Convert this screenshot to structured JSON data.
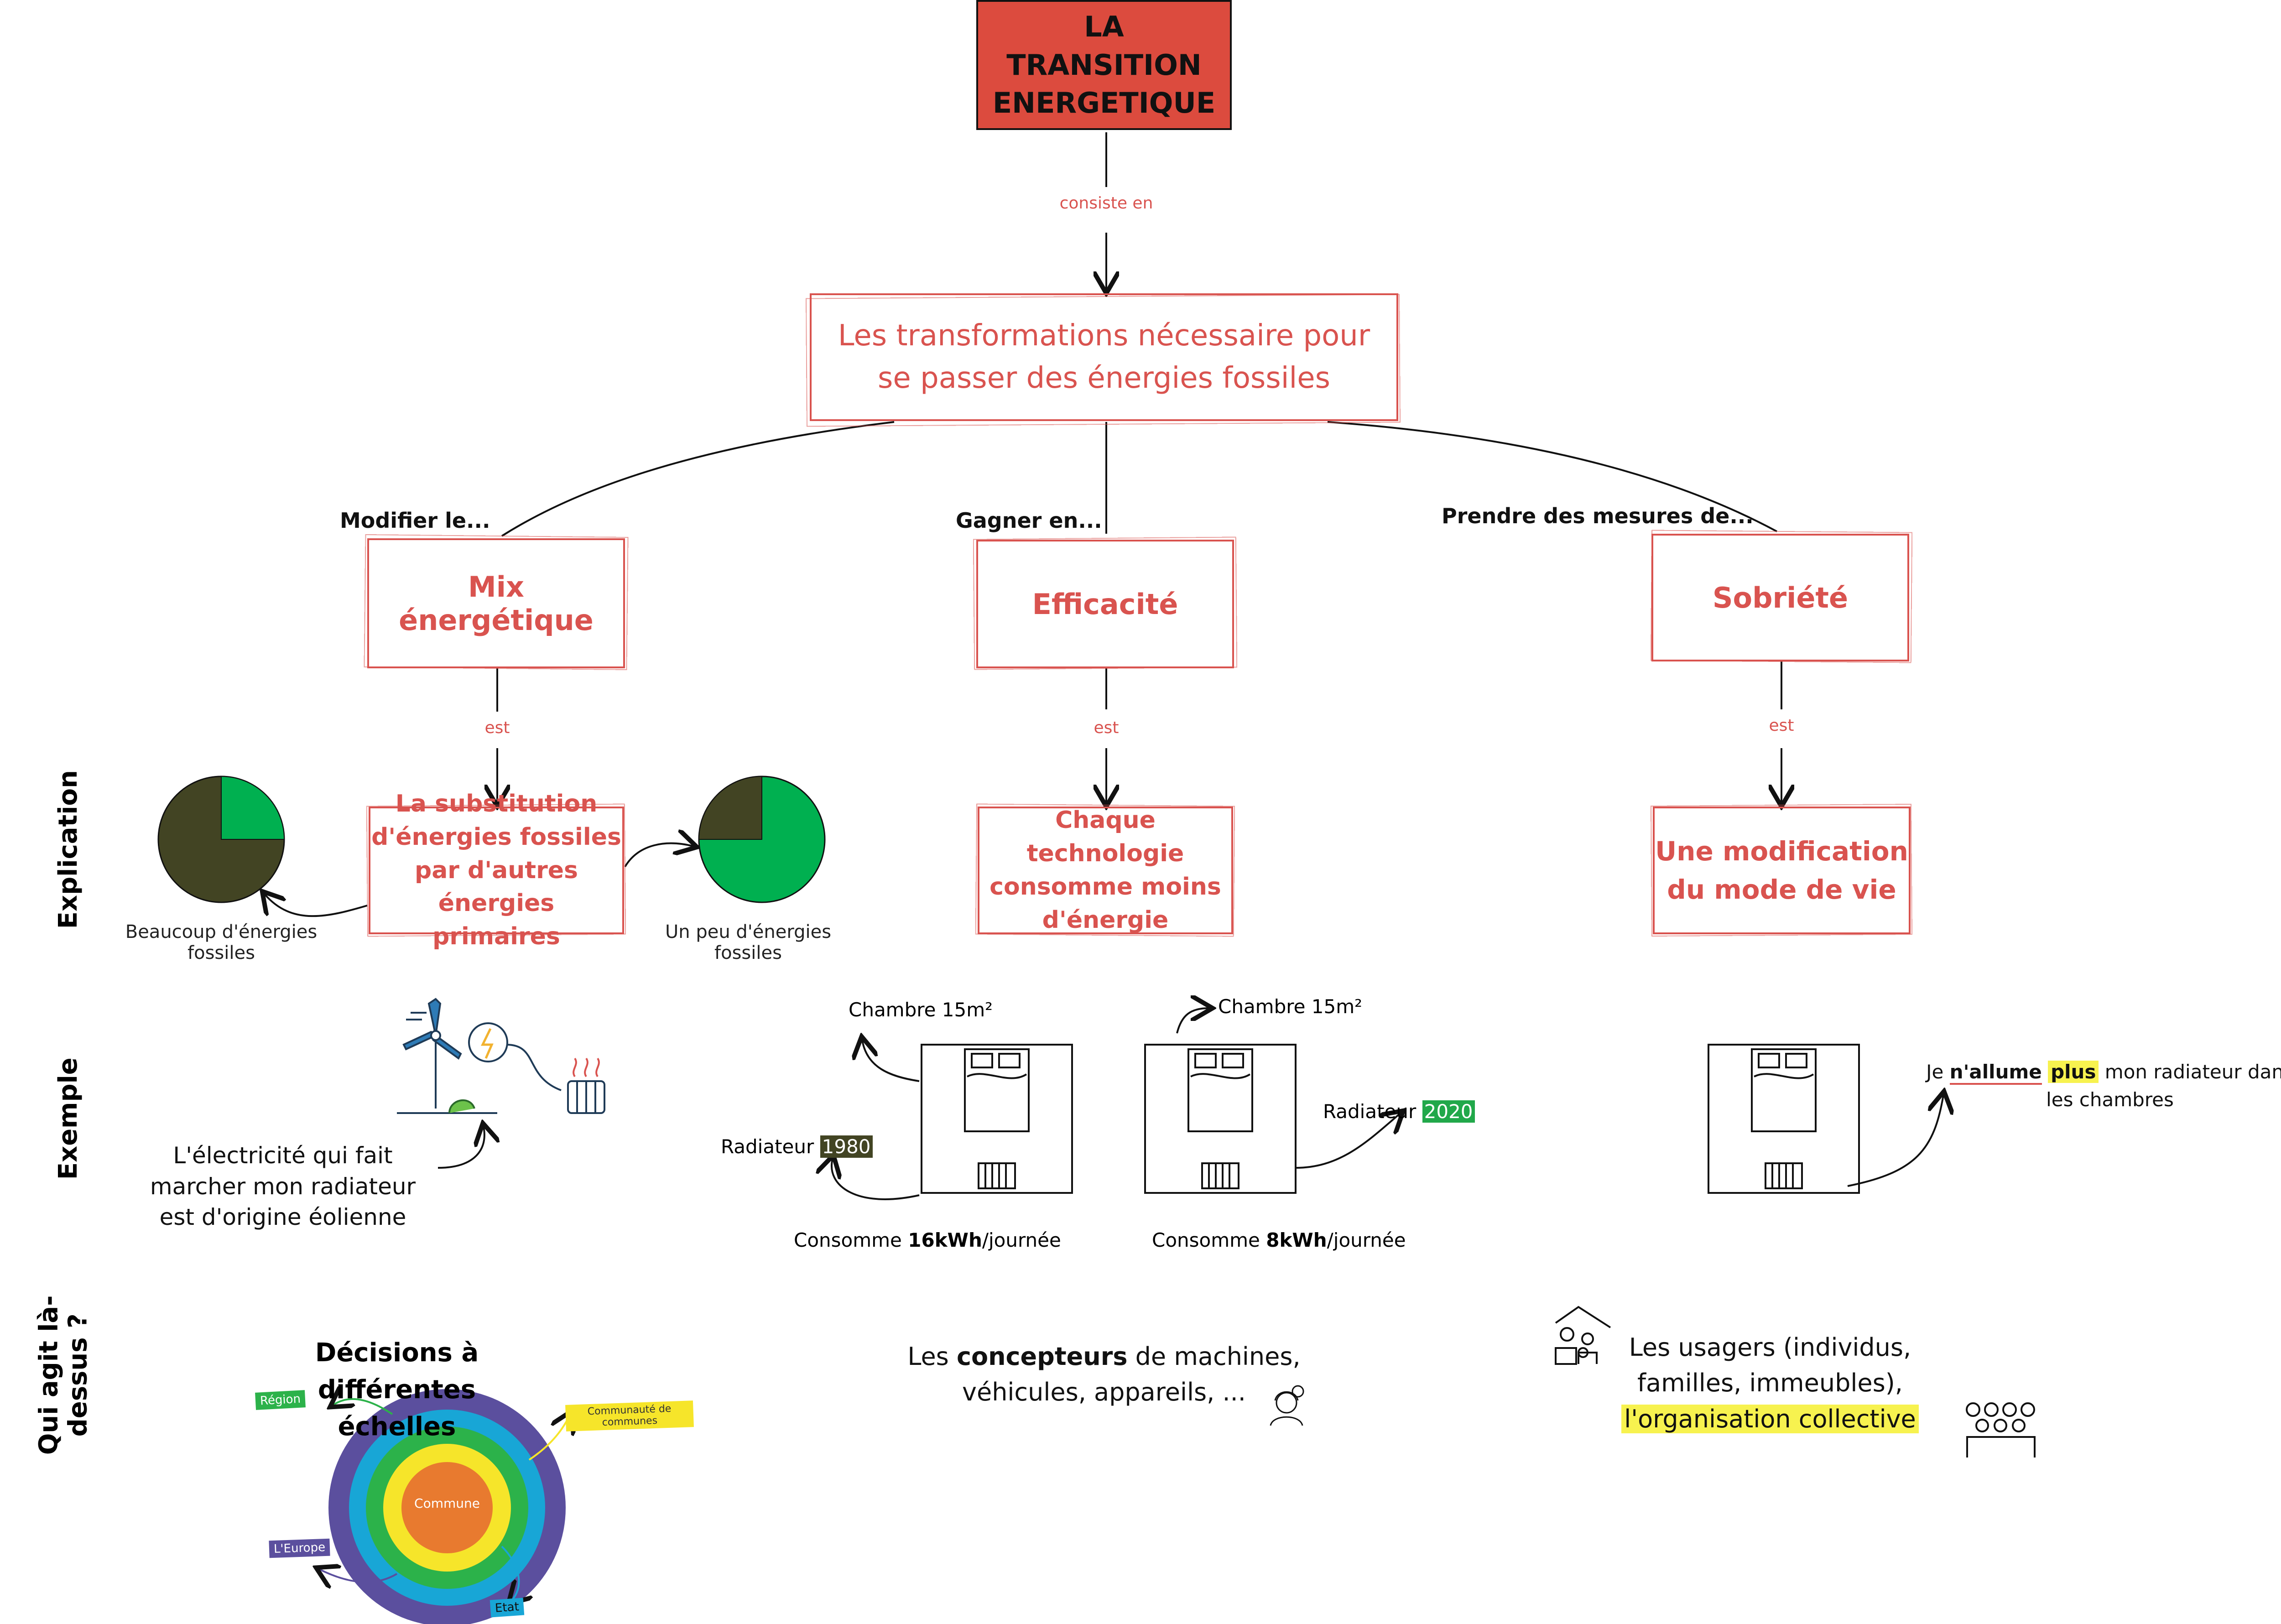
{
  "title": "LA TRANSITION ENERGETIQUE",
  "link_consiste": "consiste en",
  "central": "Les transformations nécessaire pour se passer des énergies fossiles",
  "branches": [
    {
      "prefix": "Modifier le...",
      "node": "Mix énergétique",
      "link": "est",
      "explication": "La substitution d'énergies fossiles par d'autres énergies primaires"
    },
    {
      "prefix": "Gagner en...",
      "node": "Efficacité",
      "link": "est",
      "explication": "Chaque technologie consomme moins d'énergie"
    },
    {
      "prefix": "Prendre des mesures de...",
      "node": "Sobriété",
      "link": "est",
      "explication": "Une modification du mode de vie"
    }
  ],
  "row_labels": {
    "explication": "Explication",
    "exemple": "Exemple",
    "qui": "Qui agit là-dessus ?"
  },
  "pies": [
    {
      "caption": "Beaucoup d'énergies fossiles",
      "green_share": 0.2
    },
    {
      "caption": "Un peu d'énergies fossiles",
      "green_share": 0.8
    }
  ],
  "colors": {
    "accent_red": "#d9534f",
    "title_fill": "#dc4b3e",
    "olive": "#424423",
    "green": "#00b050",
    "yellow": "#f7f24f"
  },
  "example_mix": "L'électricité qui fait marcher mon radiateur est d'origine éolienne",
  "rooms": [
    {
      "room": "Chambre 15m²",
      "radiator_label": "Radiateur",
      "radiator_year": "1980",
      "consumption_prefix": "Consomme ",
      "consumption_value": "16kWh",
      "consumption_suffix": "/journée"
    },
    {
      "room": "Chambre 15m²",
      "radiator_label": "Radiateur",
      "radiator_year": "2020",
      "consumption_prefix": "Consomme ",
      "consumption_value": "8kWh",
      "consumption_suffix": "/journée"
    }
  ],
  "sobriete_example": {
    "pre": "Je ",
    "w1": "n'allume",
    "mid": " ",
    "w2": "plus",
    "post": " mon radiateur dans les chambres"
  },
  "scales": {
    "title": "Décisions à différentes échelles",
    "center": "Commune",
    "tags": [
      "Région",
      "Communauté de communes",
      "L'Europe",
      "Etat"
    ]
  },
  "concepteurs": {
    "pre": "Les ",
    "bold": "concepteurs",
    "post": " de machines, véhicules, appareils, ..."
  },
  "usagers": {
    "line1": "Les usagers (individus, familles, immeubles),",
    "line2": "l'organisation collective"
  }
}
